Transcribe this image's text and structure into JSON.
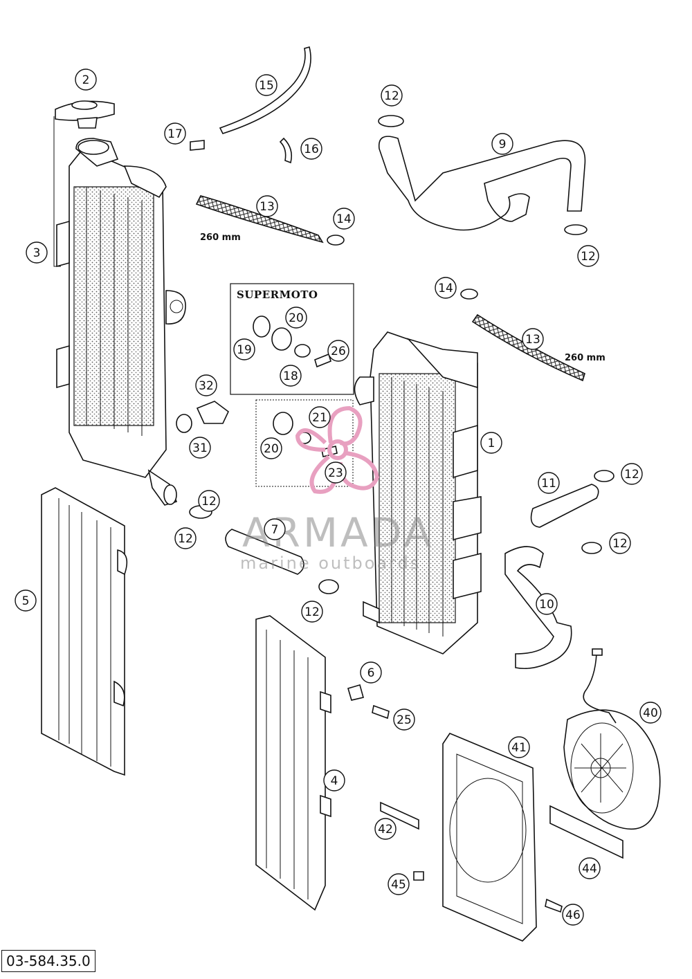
{
  "diagram": {
    "drawing_code": "03-584.35.0",
    "box_title": "SUPERMOTO",
    "dimensions": [
      "260 mm",
      "260 mm"
    ],
    "watermark": {
      "brand": "ARMADA",
      "tagline": "marine outboards",
      "color": "#e8a0c0"
    },
    "callouts": [
      "1",
      "2",
      "3",
      "4",
      "5",
      "6",
      "7",
      "9",
      "10",
      "11",
      "12",
      "12",
      "12",
      "12",
      "12",
      "12",
      "12",
      "13",
      "13",
      "14",
      "14",
      "15",
      "16",
      "17",
      "18",
      "19",
      "20",
      "20",
      "21",
      "23",
      "25",
      "26",
      "31",
      "32",
      "40",
      "41",
      "42",
      "44",
      "45",
      "46"
    ]
  }
}
